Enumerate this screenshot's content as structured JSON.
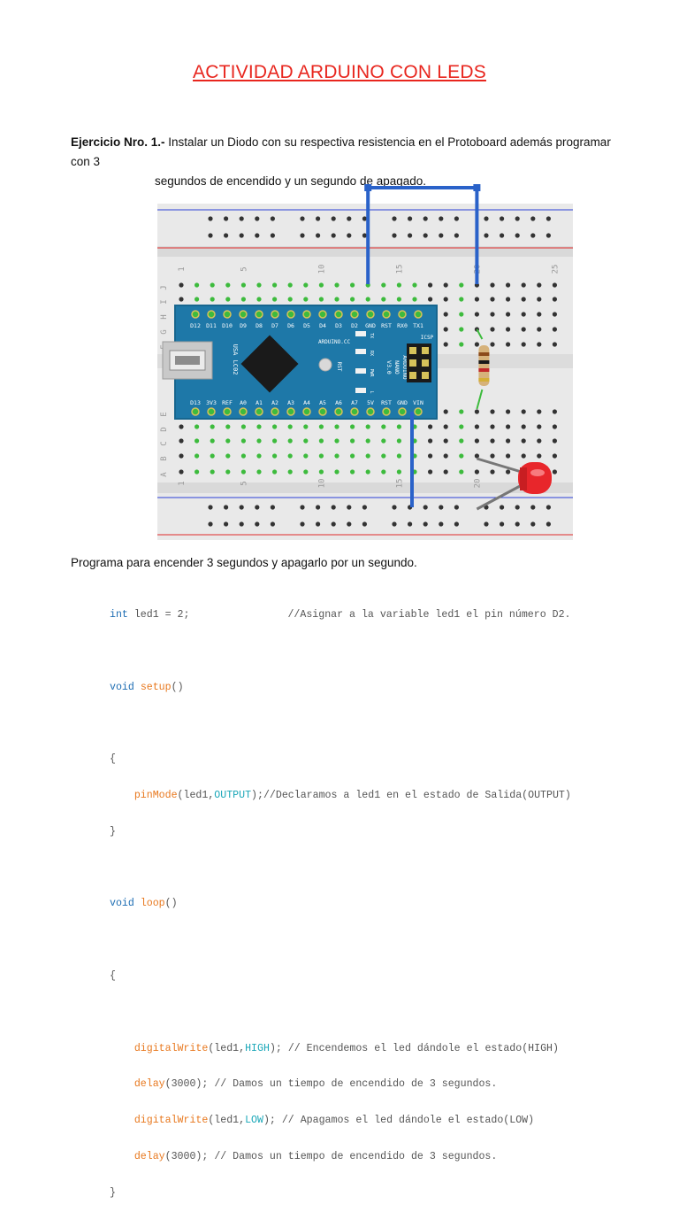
{
  "title": "ACTIVIDAD ARDUINO CON LEDS",
  "exercise": {
    "label": "Ejercicio Nro. 1.-",
    "line1": " Instalar un Diodo con su respectiva resistencia en el Protoboard además programar con 3",
    "line2": "segundos de encendido y un segundo de apagado."
  },
  "figure": {
    "row_labels": [
      "J",
      "I",
      "H",
      "G",
      "F",
      "E",
      "D",
      "C",
      "B",
      "A"
    ],
    "column_numbers_top": [
      "1",
      "5",
      "10",
      "15",
      "20",
      "25"
    ],
    "column_numbers_bottom": [
      "1",
      "5",
      "10",
      "15",
      "20"
    ],
    "arduino": {
      "top_pins": [
        "D12",
        "D11",
        "D10",
        "D9",
        "D8",
        "D7",
        "D6",
        "D5",
        "D4",
        "D3",
        "D2",
        "GND",
        "RST",
        "RX0",
        "TX1"
      ],
      "bottom_pins": [
        "D13",
        "3V3",
        "REF",
        "A0",
        "A1",
        "A2",
        "A3",
        "A4",
        "A5",
        "A6",
        "A7",
        "5V",
        "RST",
        "GND",
        "VIN"
      ],
      "usb_label": "USA",
      "chip_label": "LC02",
      "brand": "ARDUINO.CC",
      "model": [
        "ARDUINO",
        "NANO",
        "V3.0"
      ],
      "icsp": "ICSP",
      "rst": "RST",
      "led_labels": [
        "TX",
        "RX",
        "PWR",
        "L"
      ]
    }
  },
  "program_intro": "Programa para encender 3 segundos y apagarlo por un segundo.",
  "code": {
    "l1_kw": "int",
    "l1_rest": " led1 = 2;",
    "l1_comment": "//Asignar a la variable led1 el pin número D2.",
    "l2_kw": "void",
    "l2_fn": "setup",
    "l2_rest": "()",
    "l3": "{",
    "l4_fn": "pinMode",
    "l4_a": "(led1,",
    "l4_cn": "OUTPUT",
    "l4_b": ");",
    "l4_comment": "//Declaramos a led1 en el estado de Salida(OUTPUT)",
    "l5": "}",
    "l6_kw": "void",
    "l6_fn": "loop",
    "l6_rest": "()",
    "l7": "{",
    "l8_fn": "digitalWrite",
    "l8_a": "(led1,",
    "l8_cn": "HIGH",
    "l8_b": "); ",
    "l8_comment": "// Encendemos el led dándole el estado(HIGH)",
    "l9_fn": "delay",
    "l9_a": "(3000); ",
    "l9_comment": "// Damos un tiempo de encendido de 3 segundos.",
    "l10_fn": "digitalWrite",
    "l10_a": "(led1,",
    "l10_cn": "LOW",
    "l10_b": "); ",
    "l10_comment": "// Apagamos el led dándole el estado(LOW)",
    "l11_fn": "delay",
    "l11_a": "(3000); ",
    "l11_comment": "// Damos un tiempo de encendido de 3 segundos.",
    "l12": "}"
  }
}
